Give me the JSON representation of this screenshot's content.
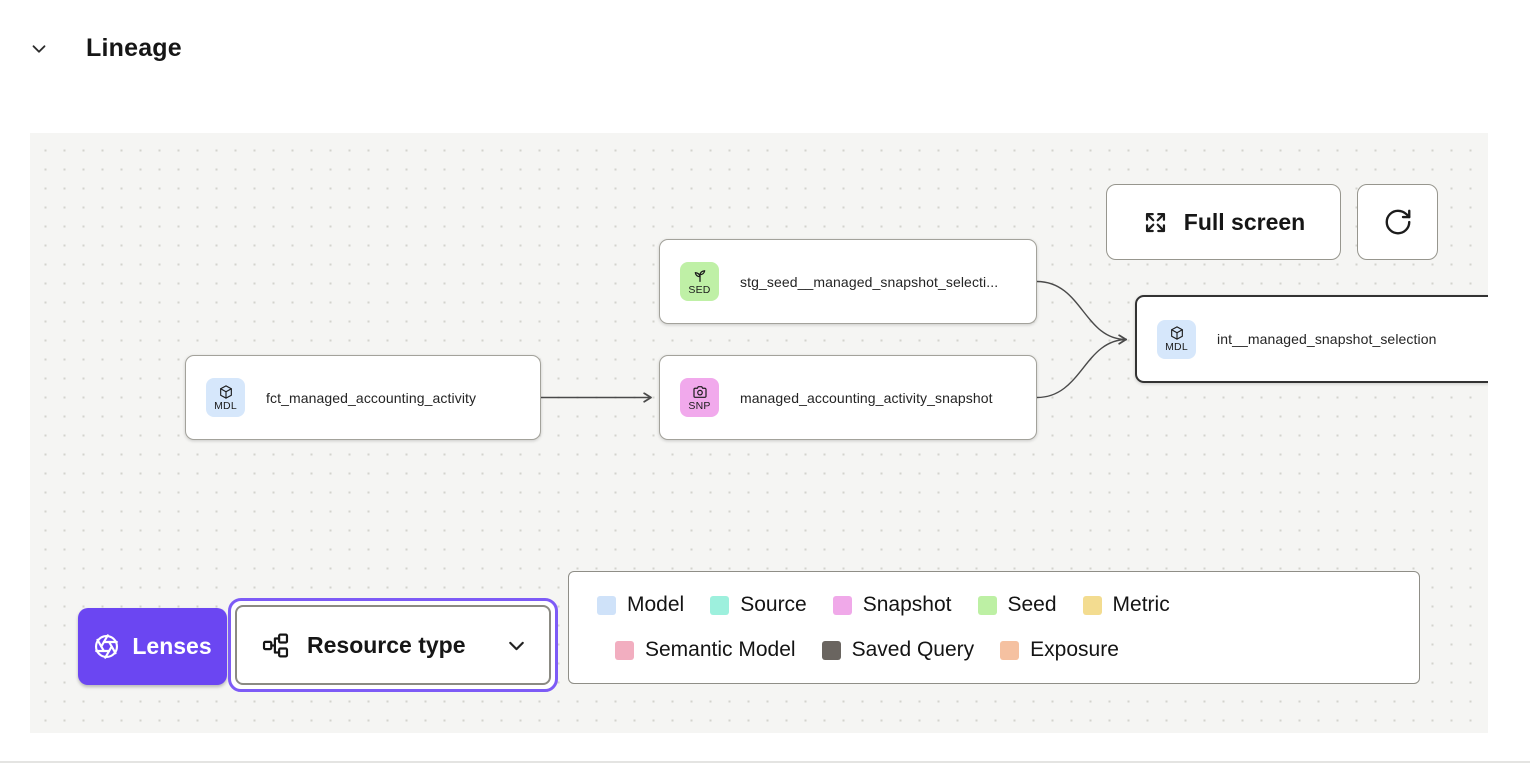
{
  "header": {
    "title": "Lineage"
  },
  "toolbar": {
    "full_screen_label": "Full screen"
  },
  "nodes": [
    {
      "badge_code": "SED",
      "badge_icon": "seed-icon",
      "badge_color": "#bff0a6",
      "label": "stg_seed__managed_snapshot_selecti...",
      "selected": false
    },
    {
      "badge_code": "MDL",
      "badge_icon": "cube-icon",
      "badge_color": "#d6e7fb",
      "label": "fct_managed_accounting_activity",
      "selected": false
    },
    {
      "badge_code": "SNP",
      "badge_icon": "camera-icon",
      "badge_color": "#f1a9ec",
      "label": "managed_accounting_activity_snapshot",
      "selected": false
    },
    {
      "badge_code": "MDL",
      "badge_icon": "cube-icon",
      "badge_color": "#d6e7fb",
      "label": "int__managed_snapshot_selection",
      "selected": true
    }
  ],
  "controls": {
    "lenses_label": "Lenses",
    "lenses_color": "#6b46f2",
    "resource_type_label": "Resource type"
  },
  "legend": {
    "rows": [
      [
        {
          "label": "Model",
          "color": "#cfe2f9"
        },
        {
          "label": "Source",
          "color": "#9df0dd"
        },
        {
          "label": "Snapshot",
          "color": "#f0a9e9"
        },
        {
          "label": "Seed",
          "color": "#bdf0a4"
        },
        {
          "label": "Metric",
          "color": "#f3dc90"
        }
      ],
      [
        {
          "label": "Semantic Model",
          "color": "#f2aec0"
        },
        {
          "label": "Saved Query",
          "color": "#6a6560"
        },
        {
          "label": "Exposure",
          "color": "#f5c1a1"
        }
      ]
    ]
  }
}
